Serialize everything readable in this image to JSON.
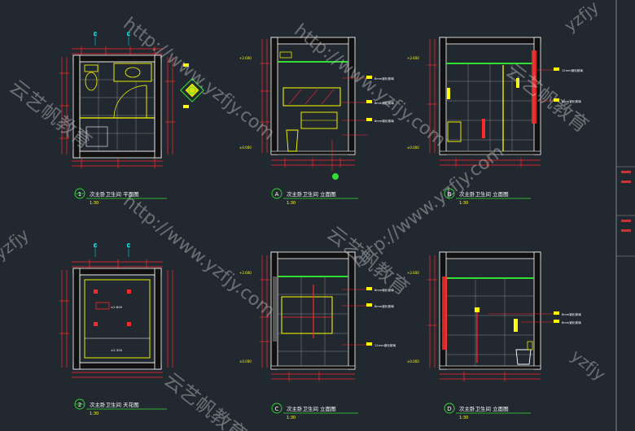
{
  "colors": {
    "background": "#212830",
    "wall": "#0b0b0b",
    "wall_edge": "#ffffff",
    "dim": "#ff2a2a",
    "accent_yellow": "#ffff00",
    "accent_green": "#33dd33",
    "accent_cyan": "#00dddd",
    "tile": "#9a9a9a",
    "watermark": "#c8c8c8"
  },
  "drawings": {
    "d1": {
      "marker": "1",
      "title": "次主卧卫生间  平面图",
      "scale": "1:30"
    },
    "dA": {
      "marker": "A",
      "title": "次主卧卫生间  立面图",
      "scale": "1:30"
    },
    "dB": {
      "marker": "B",
      "title": "次主卧卫生间  立面图",
      "scale": "1:30"
    },
    "d2": {
      "marker": "2",
      "title": "次主卧卫生间  天花图",
      "scale": "1:30"
    },
    "dC": {
      "marker": "C",
      "title": "次主卧卫生间  立面图",
      "scale": "1:30"
    },
    "dD": {
      "marker": "D",
      "title": "次主卧卫生间  立面图",
      "scale": "1:30"
    }
  },
  "callouts": {
    "a1": "8mm钢化玻璃",
    "a2": "8mm钢化玻璃",
    "a3": "8mm钢化玻璃",
    "b1": "12mm钢化玻璃",
    "b2": "8mm钢化玻璃",
    "c1": "8mm钢化玻璃",
    "c2": "8mm钢化玻璃",
    "c3": "12mm钢化玻璃",
    "d1": "8mm钢化玻璃",
    "d2": "8mm钢化玻璃"
  },
  "levels": {
    "ceiling": "+2.600",
    "floor": "±0.000",
    "ceil_plan_1": "±2.600",
    "ceil_plan_2": "±2.300"
  },
  "watermark": {
    "url_text": "http://www.yzfjy.com",
    "brand_text": "云艺帆教育",
    "edge_text": "yzfjy"
  }
}
